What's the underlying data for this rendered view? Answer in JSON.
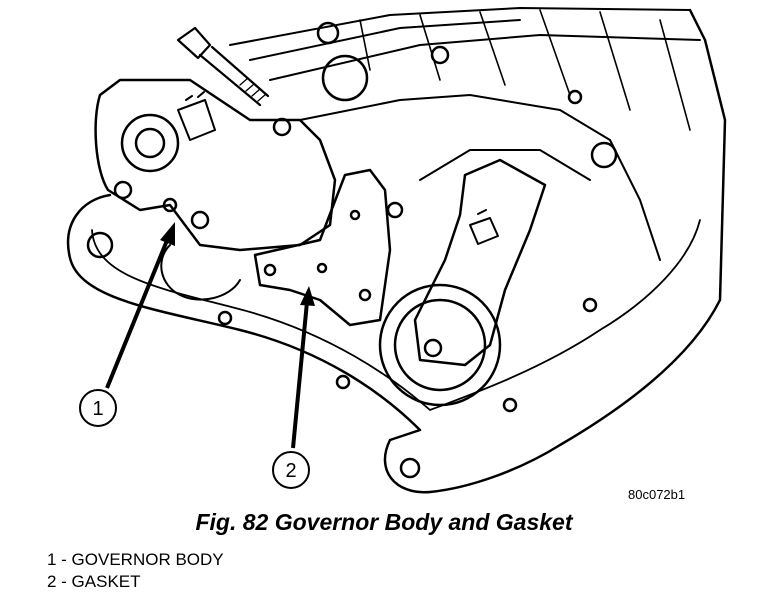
{
  "figure": {
    "id": "80c072b1",
    "caption": "Fig. 82 Governor Body and Gasket"
  },
  "callouts": [
    {
      "number": "1",
      "label": "GOVERNOR BODY"
    },
    {
      "number": "2",
      "label": "GASKET"
    }
  ],
  "legend": {
    "items": [
      "1 - GOVERNOR BODY",
      "2 - GASKET"
    ]
  }
}
